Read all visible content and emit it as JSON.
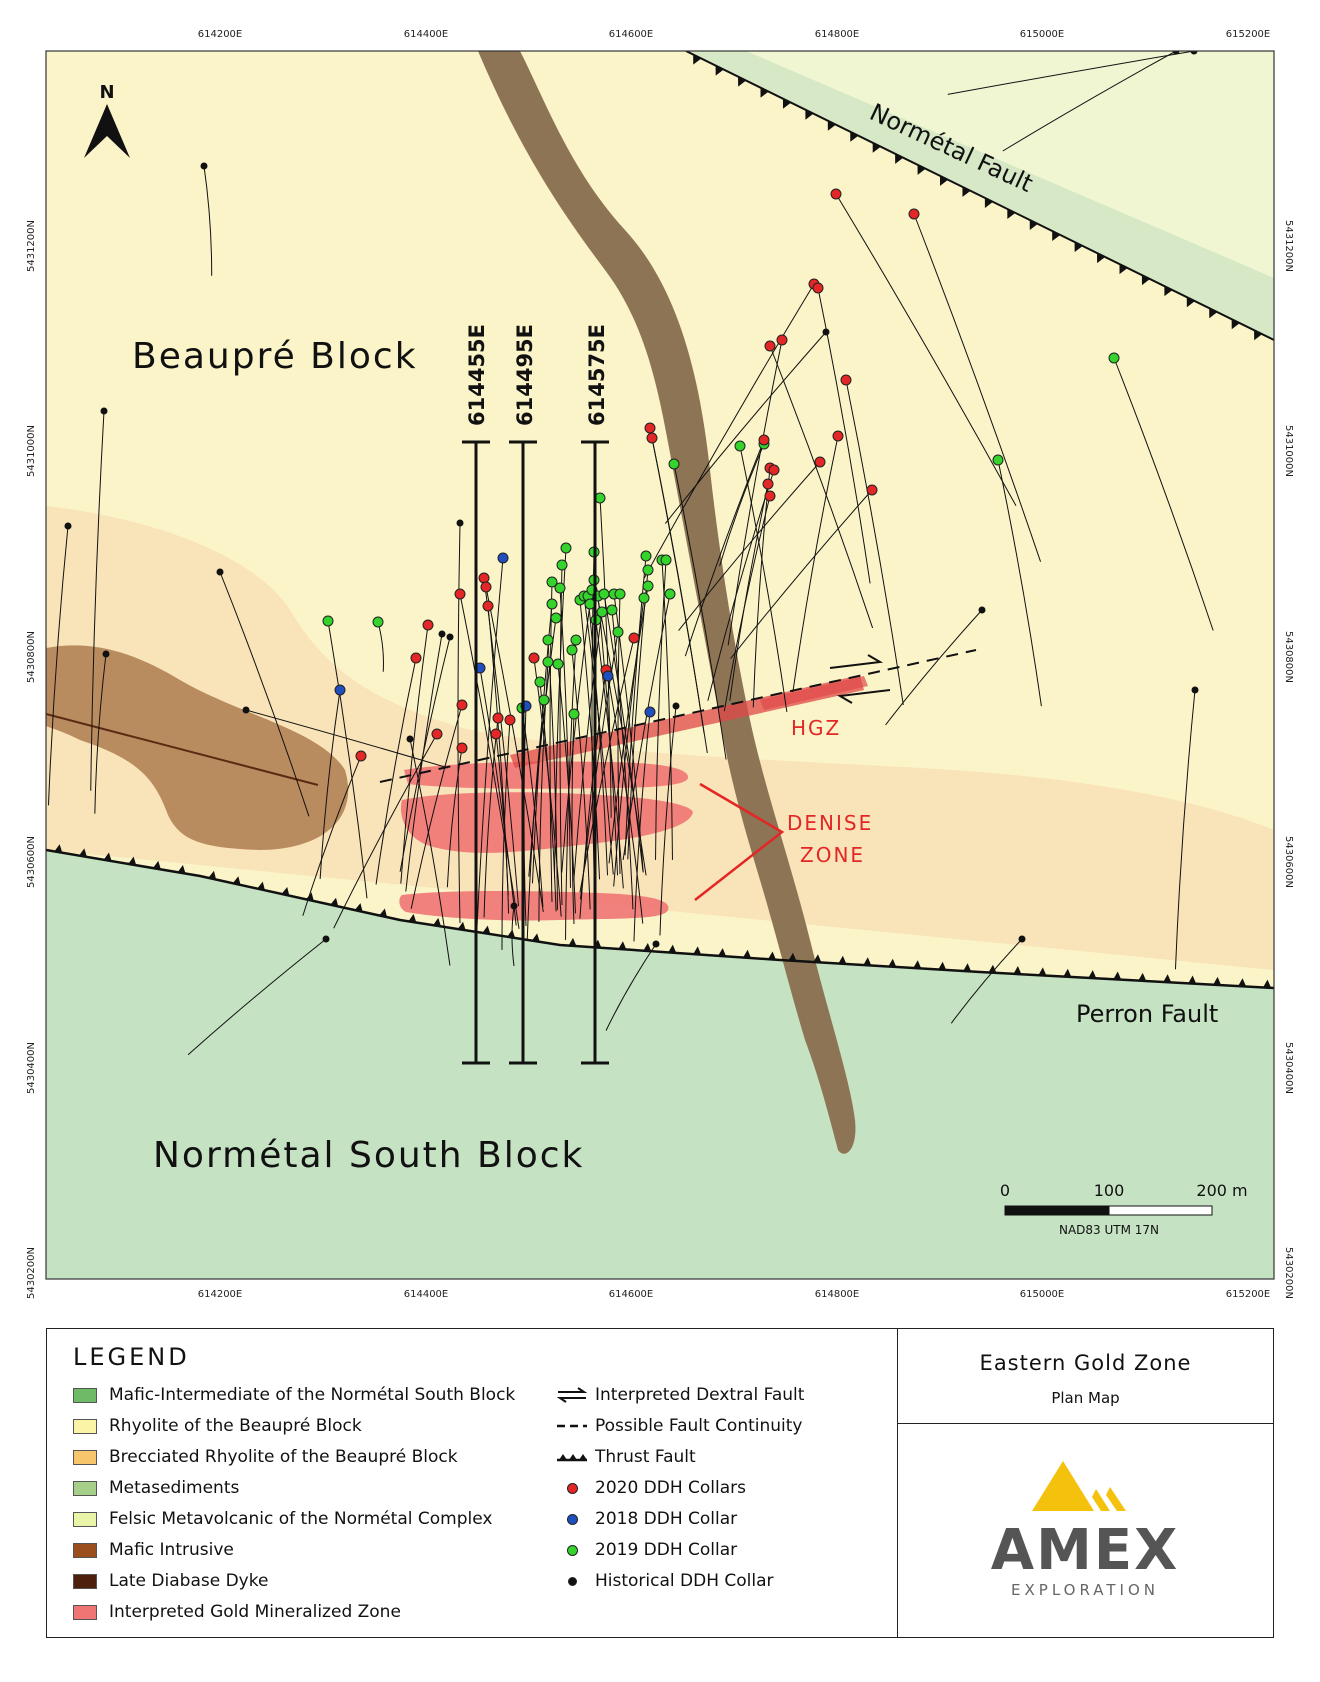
{
  "map": {
    "easting_ticks": [
      "614200E",
      "614400E",
      "614600E",
      "614800E",
      "615000E",
      "615200E"
    ],
    "northing_ticks": [
      "5431200N",
      "5431000N",
      "5430800N",
      "5430600N",
      "5430400N",
      "5430200N"
    ],
    "north_arrow": "N",
    "labels": {
      "beaupre_block": "Beaupré Block",
      "normetal_south_block": "Normétal South Block",
      "normetal_fault": "Normétal Fault",
      "perron_fault": "Perron Fault",
      "hgz": "HGZ",
      "denise_zone_line1": "DENISE",
      "denise_zone_line2": "ZONE"
    },
    "sections": [
      "614455E",
      "614495E",
      "614575E"
    ],
    "scale_bar": {
      "labels": [
        "0",
        "100",
        "200 m"
      ],
      "datum": "NAD83 UTM 17N"
    }
  },
  "legend": {
    "heading": "LEGEND",
    "units": [
      {
        "label": "Mafic-Intermediate of the Normétal South Block",
        "color": "#6dbb66"
      },
      {
        "label": "Rhyolite of the Beaupré Block",
        "color": "#fbf3a6"
      },
      {
        "label": "Brecciated Rhyolite of the Beaupré Block",
        "color": "#f7c66c"
      },
      {
        "label": "Metasediments",
        "color": "#a6cf8a"
      },
      {
        "label": "Felsic Metavolcanic of the Normétal Complex",
        "color": "#e9f4a8"
      },
      {
        "label": "Mafic Intrusive",
        "color": "#9c4f1e"
      },
      {
        "label": "Late Diabase Dyke",
        "color": "#4e1f0c"
      },
      {
        "label": "Interpreted Gold Mineralized Zone",
        "color": "#ef7474"
      }
    ],
    "symbols": [
      {
        "label": "Interpreted Dextral Fault",
        "icon": "dextral-fault-icon"
      },
      {
        "label": "Possible Fault Continuity",
        "icon": "dashed-line-icon"
      },
      {
        "label": "Thrust Fault",
        "icon": "thrust-fault-icon"
      },
      {
        "label": "2020 DDH Collars",
        "color": "#e32626"
      },
      {
        "label": "2018 DDH Collar",
        "color": "#1f4fbf"
      },
      {
        "label": "2019 DDH Collar",
        "color": "#34d42c"
      },
      {
        "label": "Historical DDH Collar",
        "color": "#111111"
      }
    ]
  },
  "title_block": {
    "title": "Eastern Gold Zone",
    "subtitle": "Plan Map",
    "logo_text": "AMEX",
    "logo_subtext": "EXPLORATION"
  }
}
